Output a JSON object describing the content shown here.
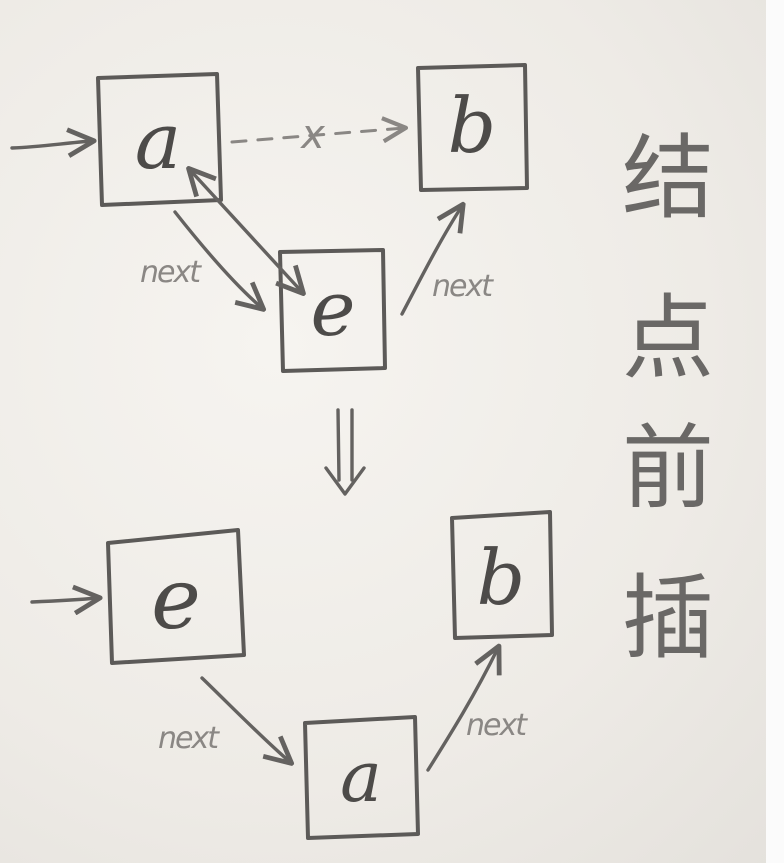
{
  "title": [
    "结",
    "点",
    "前",
    "插"
  ],
  "before": {
    "nodes": {
      "a": "a",
      "b": "b",
      "e": "e"
    },
    "cut_mark": "x",
    "edge_labels": [
      "next",
      "next"
    ]
  },
  "transform_arrow": "⇓",
  "after": {
    "nodes": {
      "e": "e",
      "a": "a",
      "b": "b"
    },
    "edge_labels": [
      "next",
      "next"
    ]
  }
}
